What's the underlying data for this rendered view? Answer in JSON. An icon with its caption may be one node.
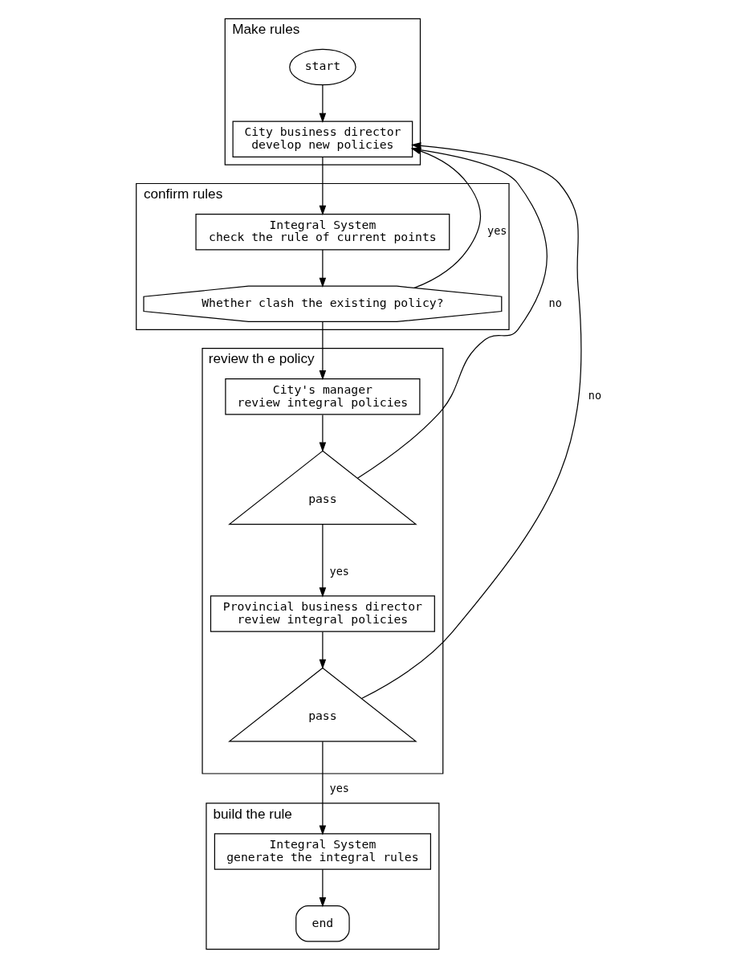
{
  "diagram": {
    "nodes": [
      {
        "text": [
          "Make rules"
        ]
      },
      {
        "text": [
          "start"
        ],
        "in": 0
      },
      {
        "text": [
          "City business director",
          "develop new policies"
        ],
        "in": 0
      },
      {
        "text": [
          "confirm rules"
        ]
      },
      {
        "text": [
          "Integral System",
          "check the rule of current points"
        ],
        "in": 3
      },
      {
        "text": [
          "Whether clash the existing policy?"
        ],
        "in": 3
      },
      {
        "text": [
          "review th e policy"
        ]
      },
      {
        "text": [
          "City's manager",
          "review integral policies"
        ],
        "in": 6
      },
      {
        "text": [
          "pass"
        ],
        "in": 6
      },
      {
        "text": [
          "Provincial business director",
          "review integral policies"
        ],
        "in": 6
      },
      {
        "text": [
          "pass"
        ],
        "in": 6
      },
      {
        "text": [
          "build the rule"
        ]
      },
      {
        "text": [
          "Integral System",
          "generate the integral rules"
        ],
        "in": 11
      },
      {
        "text": [
          "end"
        ],
        "in": 11
      }
    ],
    "edges": [
      {
        "from": 1,
        "to": 2,
        "arrow": "to"
      },
      {
        "from": 2,
        "to": 4,
        "arrow": "to"
      },
      {
        "from": 4,
        "to": 5,
        "arrow": "to"
      },
      {
        "from": 5,
        "to": 2,
        "arrow": "to",
        "label": "yes"
      },
      {
        "from": 5,
        "to": 7,
        "arrow": "to"
      },
      {
        "from": 7,
        "to": 8,
        "arrow": "to"
      },
      {
        "from": 8,
        "to": 2,
        "arrow": "to",
        "label": "no"
      },
      {
        "from": 8,
        "to": 9,
        "arrow": "to",
        "label": "yes"
      },
      {
        "from": 9,
        "to": 10,
        "arrow": "to"
      },
      {
        "from": 10,
        "to": 2,
        "arrow": "to",
        "label": "no"
      },
      {
        "from": 10,
        "to": 12,
        "arrow": "to",
        "label": "yes"
      },
      {
        "from": 12,
        "to": 13,
        "arrow": "to"
      }
    ]
  }
}
